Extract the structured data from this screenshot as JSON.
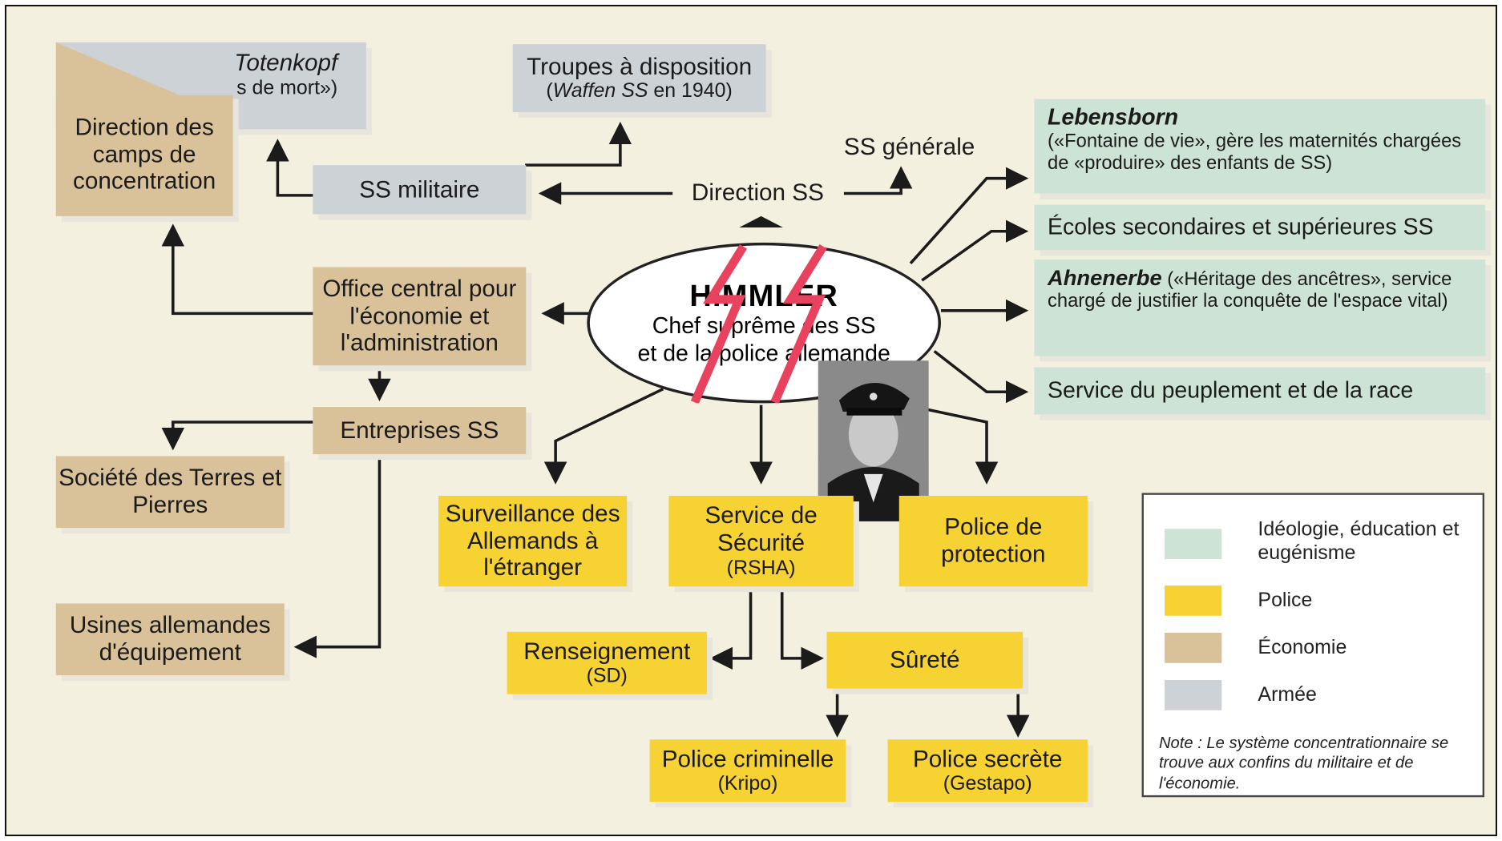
{
  "boxes": {
    "totenkopf_title": "SS",
    "totenkopf_title_em": "Totenkopf",
    "totenkopf_sub": "(«Têtes de mort»)",
    "camps": "Direction des camps de concentration",
    "troupes_title": "Troupes à disposition",
    "troupes_sub_em": "Waffen SS",
    "troupes_sub": "en 1940)",
    "ss_militaire": "SS militaire",
    "direction_ss": "Direction SS",
    "ss_generale": "SS générale",
    "office": "Office central pour l'économie et l'administration",
    "entreprises": "Entreprises SS",
    "terres": "Société des Terres et Pierres",
    "usines": "Usines allemandes d'équipement",
    "surveillance": "Surveillance des Allemands à l'étranger",
    "securite": "Service de Sécurité",
    "securite_sub": "(RSHA)",
    "protection": "Police de protection",
    "renseignement": "Renseignement",
    "renseignement_sub": "(SD)",
    "surete": "Sûreté",
    "criminelle": "Police criminelle",
    "criminelle_sub": "(Kripo)",
    "secrete": "Police secrète",
    "secrete_sub": "(Gestapo)"
  },
  "himmler": {
    "name": "HIMMLER",
    "role_line1": "Chef suprême des SS",
    "role_line2": "et de la police allemande"
  },
  "ideology": {
    "lebensborn_title": "Lebensborn",
    "lebensborn_desc": "(«Fontaine de vie», gère les maternités chargées de «produire» des enfants de SS)",
    "ecoles": "Écoles secondaires et supérieures SS",
    "ahnenerbe_title": "Ahnenerbe",
    "ahnenerbe_desc": "(«Héritage des ancêtres», service chargé de justifier la conquête de l'espace vital)",
    "peuplement": "Service du peuplement et de la race"
  },
  "legend": {
    "items": [
      {
        "label": "Idéologie, éducation et eugénisme",
        "color": "#cde3d5"
      },
      {
        "label": "Police",
        "color": "#f6d232"
      },
      {
        "label": "Économie",
        "color": "#d9c19a"
      },
      {
        "label": "Armée",
        "color": "#cdd2d6"
      }
    ],
    "note": "Note : Le système concentrationnaire se trouve aux confins du militaire et de l'économie."
  },
  "colors": {
    "ss_runes": "#e8425e"
  },
  "icons": {
    "portrait": "himmler-portrait-photo"
  }
}
